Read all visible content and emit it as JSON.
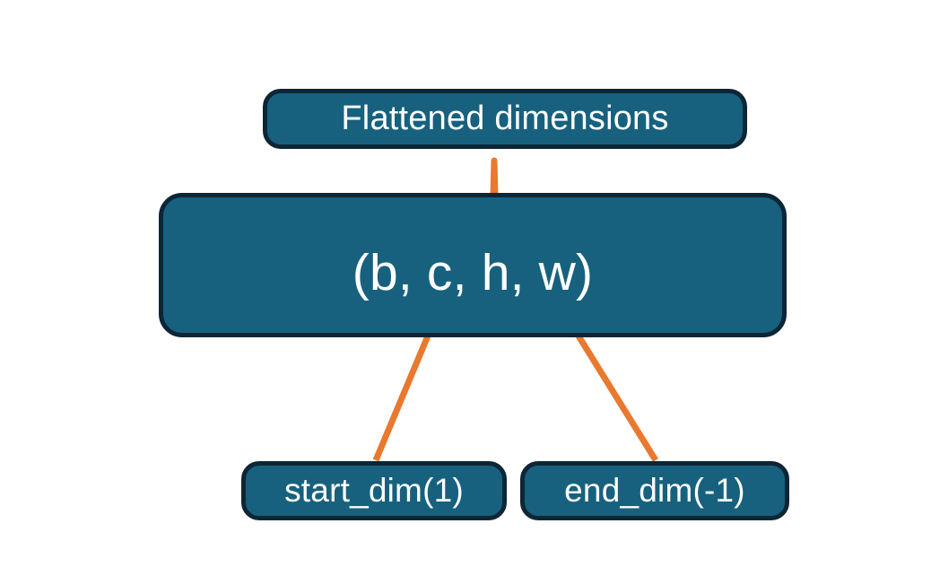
{
  "diagram": {
    "title_node": {
      "label": "Flattened dimensions"
    },
    "tensor_node": {
      "label": "(b, c, h, w)"
    },
    "start_node": {
      "label": "start_dim(1)"
    },
    "end_node": {
      "label": "end_dim(-1)"
    },
    "colors": {
      "node_fill": "#17617f",
      "node_border": "#0d2636",
      "node_text": "#ffffff",
      "connector": "#e8792e",
      "background": "#ffffff"
    },
    "connectors": [
      {
        "name": "brace-flattened-span",
        "from": "tensor_node",
        "to": "title_node",
        "style": "curly-brace"
      },
      {
        "name": "arrow-start-dim",
        "from": "start_node",
        "to": "tensor_node",
        "style": "arrow"
      },
      {
        "name": "arrow-end-dim",
        "from": "end_node",
        "to": "tensor_node",
        "style": "arrow"
      }
    ]
  }
}
